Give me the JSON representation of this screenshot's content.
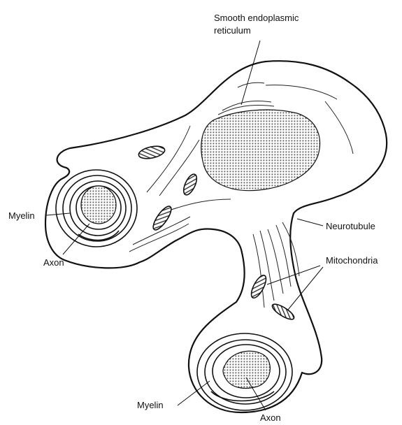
{
  "labels": {
    "smooth_er_line1": "Smooth endoplasmic",
    "smooth_er_line2": "reticulum",
    "myelin_top": "Myelin",
    "axon_top": "Axon",
    "neurotubule": "Neurotubule",
    "mitochondria": "Mitochondria",
    "myelin_bottom": "Myelin",
    "axon_bottom": "Axon"
  },
  "colors": {
    "ink": "#111111",
    "background": "#ffffff",
    "stipple": "#555555"
  }
}
